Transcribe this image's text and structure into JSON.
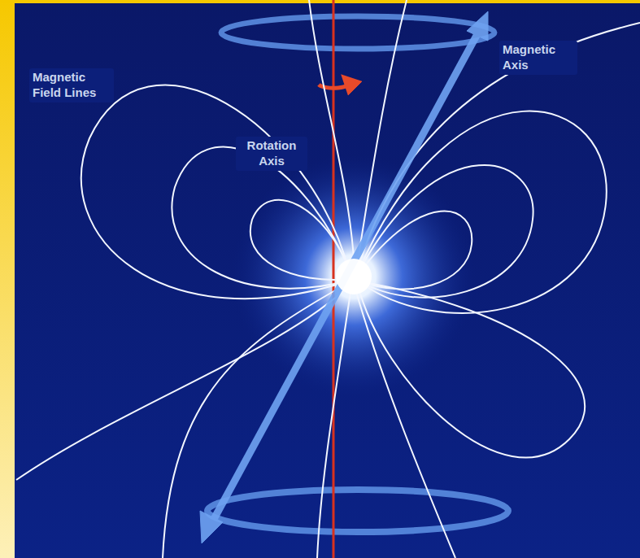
{
  "diagram": {
    "labels": [
      "Magnetic Field Lines",
      "Rotation Axis",
      "Magnetic Axis"
    ]
  }
}
